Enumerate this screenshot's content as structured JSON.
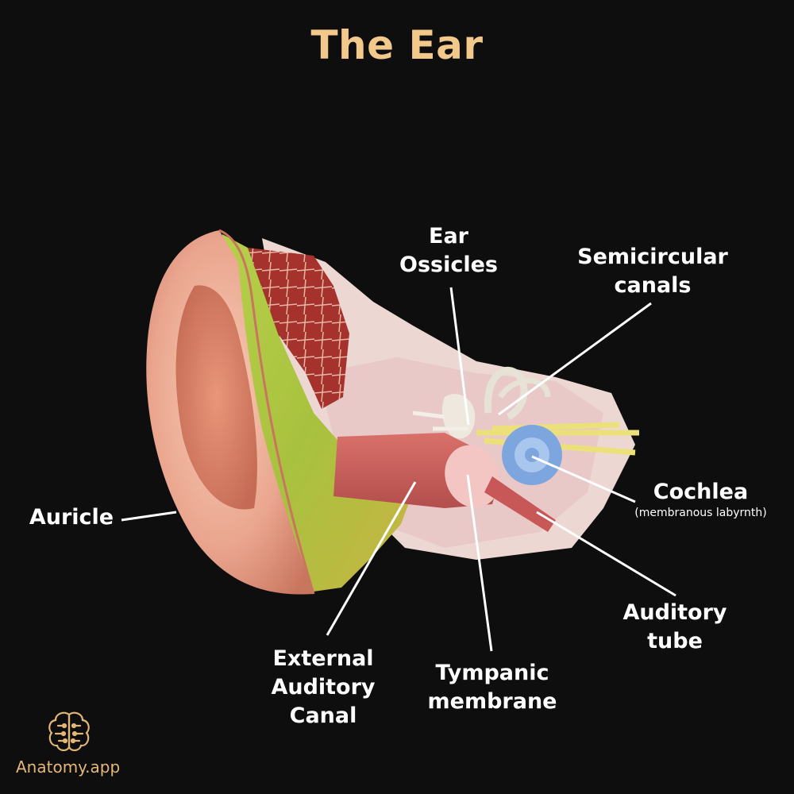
{
  "title": "The Ear",
  "labels": {
    "ear_ossicles": "Ear Ossicles",
    "semicircular_canals": "Semicircular canals",
    "cochlea": "Cochlea",
    "cochlea_note": "(membranous labyrnth)",
    "auricle": "Auricle",
    "auditory_tube": "Auditory tube",
    "external_auditory_canal": "External Auditory Canal",
    "tympanic_membrane": "Tympanic membrane"
  },
  "brand": {
    "name": "Anatomy.app",
    "logo_icon": "brain-icon"
  },
  "colors": {
    "background": "#0e0e0e",
    "title": "#f3c88b",
    "label": "#ffffff",
    "leader_line": "#ffffff",
    "brand": "#e3b876"
  }
}
